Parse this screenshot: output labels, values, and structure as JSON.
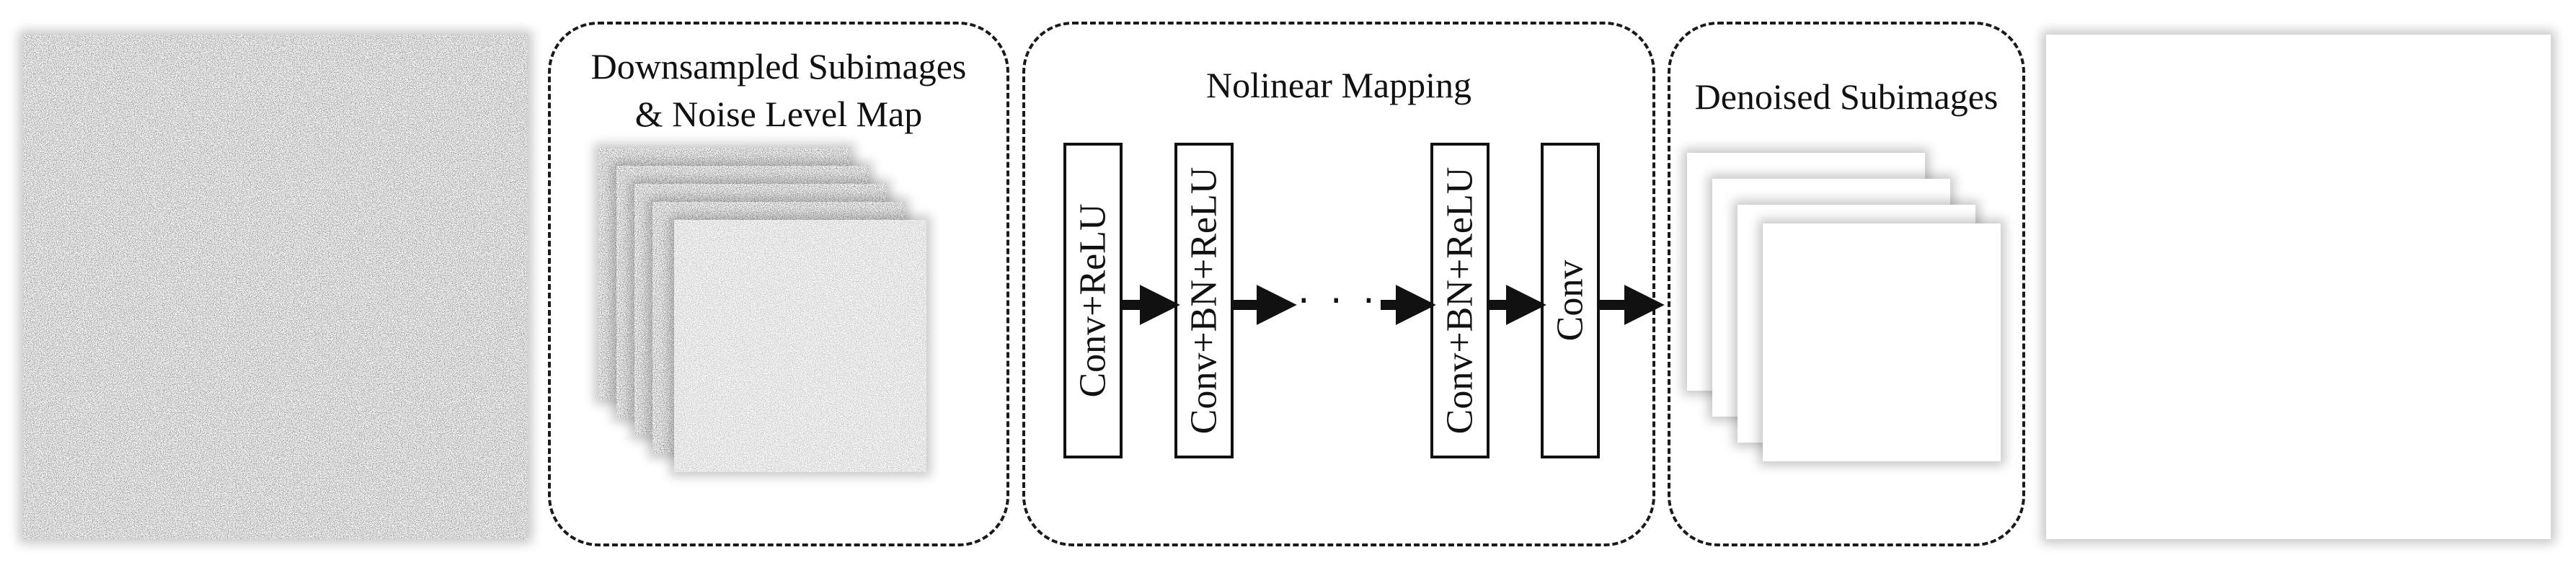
{
  "panels": {
    "downsampled": {
      "title_line1": "Downsampled Subimages",
      "title_line2": "& Noise Level Map"
    },
    "mapping": {
      "title": "Nolinear Mapping"
    },
    "denoised": {
      "title": "Denoised Subimages"
    }
  },
  "layers": [
    {
      "label": "Conv+ReLU"
    },
    {
      "label": "Conv+BN+ReLU"
    },
    {
      "label": "Conv+BN+ReLU"
    },
    {
      "label": "Conv"
    }
  ],
  "ellipsis": "· · ·",
  "colors": {
    "line": "#111111",
    "noise_bg": "#f3f3f3",
    "noise_dot": "#555555"
  }
}
